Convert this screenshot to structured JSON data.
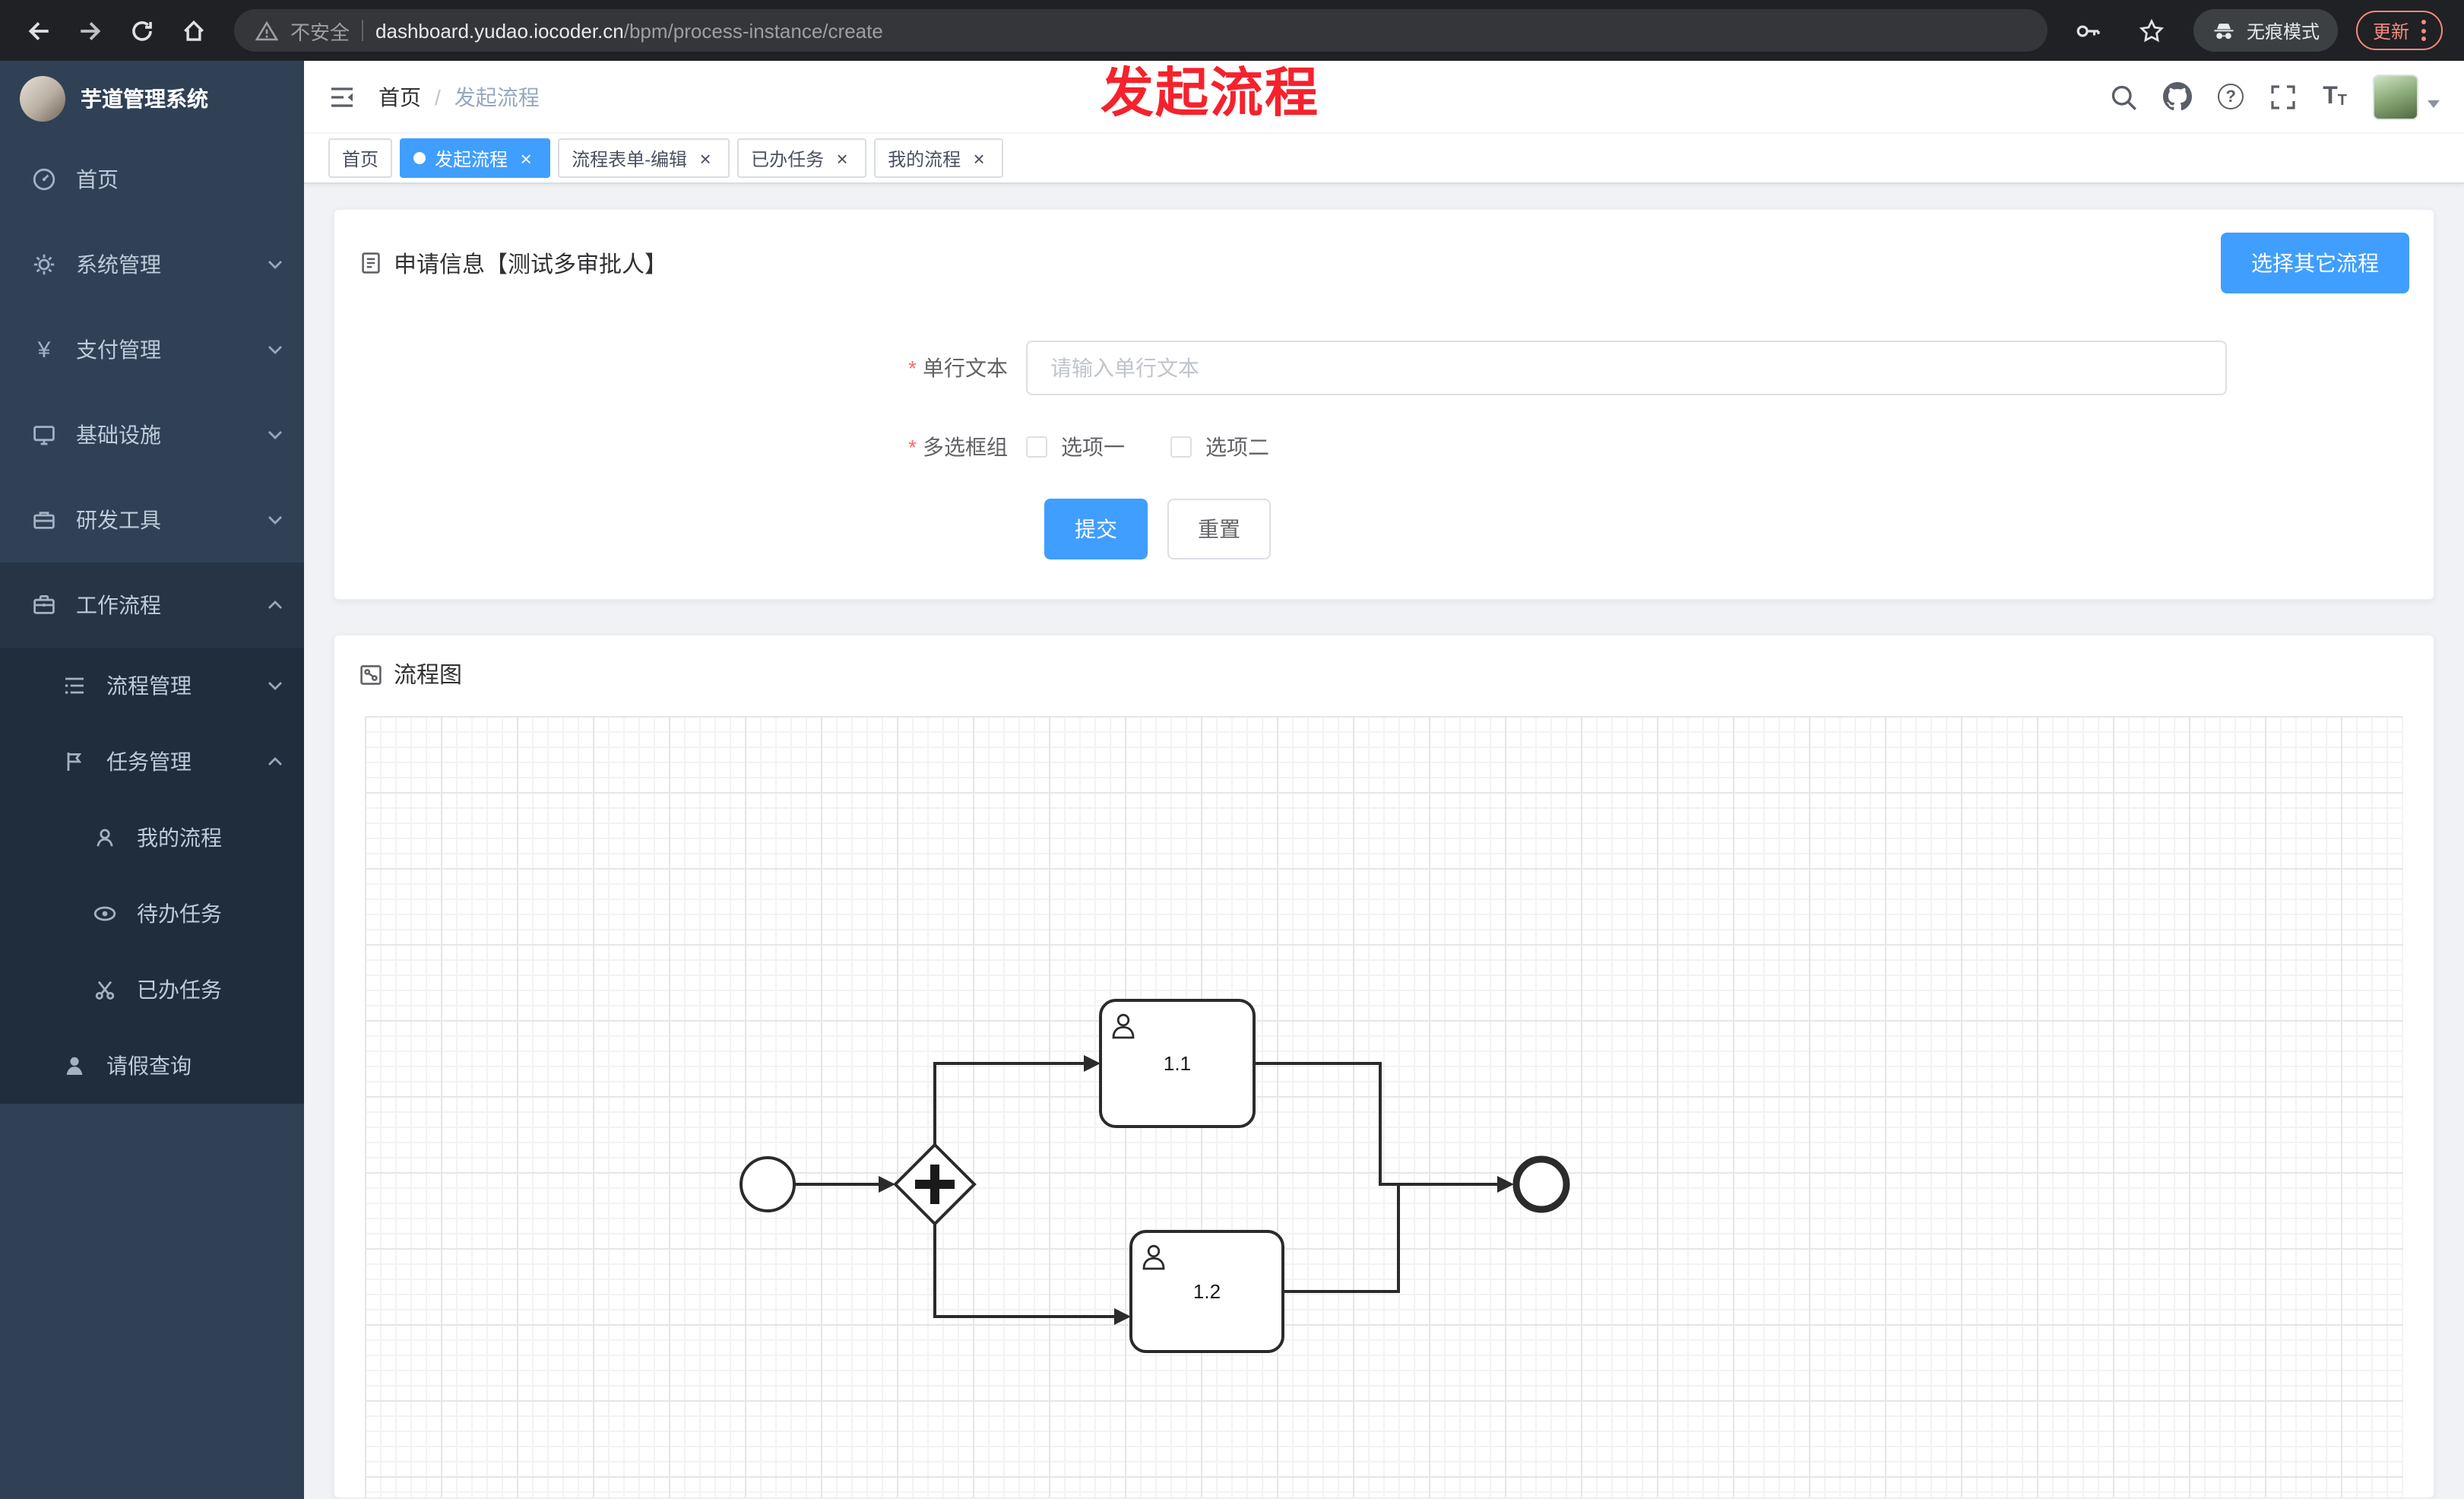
{
  "browser": {
    "security_label": "不安全",
    "url_domain": "dashboard.yudao.iocoder.cn",
    "url_path": "/bpm/process-instance/create",
    "incognito_label": "无痕模式",
    "update_label": "更新"
  },
  "annotation": {
    "text": "发起流程"
  },
  "sidebar": {
    "logo_title": "芋道管理系统",
    "items": [
      {
        "label": "首页"
      },
      {
        "label": "系统管理"
      },
      {
        "label": "支付管理"
      },
      {
        "label": "基础设施"
      },
      {
        "label": "研发工具"
      },
      {
        "label": "工作流程"
      }
    ],
    "submenu_items": [
      {
        "label": "流程管理"
      },
      {
        "label": "任务管理"
      }
    ],
    "task_items": [
      {
        "label": "我的流程"
      },
      {
        "label": "待办任务"
      },
      {
        "label": "已办任务"
      }
    ],
    "leave_item": {
      "label": "请假查询"
    }
  },
  "header": {
    "breadcrumb_home": "首页",
    "breadcrumb_current": "发起流程"
  },
  "tabs": [
    {
      "label": "首页",
      "active": false,
      "closable": false
    },
    {
      "label": "发起流程",
      "active": true,
      "closable": true
    },
    {
      "label": "流程表单-编辑",
      "active": false,
      "closable": true
    },
    {
      "label": "已办任务",
      "active": false,
      "closable": true
    },
    {
      "label": "我的流程",
      "active": false,
      "closable": true
    }
  ],
  "form_card": {
    "title": "申请信息【测试多审批人】",
    "select_other_label": "选择其它流程",
    "field_text": {
      "label": "单行文本",
      "required": true,
      "placeholder": "请输入单行文本",
      "value": ""
    },
    "field_checkbox": {
      "label": "多选框组",
      "required": true,
      "options": [
        "选项一",
        "选项二"
      ],
      "checked": [
        false,
        false
      ]
    },
    "submit_label": "提交",
    "reset_label": "重置"
  },
  "diagram_card": {
    "title": "流程图",
    "diagram": {
      "type": "bpmn",
      "nodes": [
        {
          "id": "start",
          "type": "start-event",
          "label": ""
        },
        {
          "id": "gateway",
          "type": "parallel-gateway",
          "label": ""
        },
        {
          "id": "task-1-1",
          "type": "user-task",
          "label": "1.1"
        },
        {
          "id": "task-1-2",
          "type": "user-task",
          "label": "1.2"
        },
        {
          "id": "end",
          "type": "end-event",
          "label": ""
        }
      ],
      "flows": [
        "start→gateway",
        "gateway→task-1-1",
        "gateway→task-1-2",
        "task-1-1→end",
        "task-1-2→end"
      ]
    }
  },
  "ui": {
    "close_glyph": "×",
    "breadcrumb_separator": "/",
    "help_glyph": "?",
    "fontsize_large": "T",
    "fontsize_small": "T",
    "yen_glyph": "¥",
    "required_star": "*",
    "colors": {
      "primary": "#409eff",
      "sidebar_bg": "#304156",
      "submenu_bg": "#1f2d3d",
      "annotation_red": "#f5222d",
      "required_red": "#f56c6c"
    }
  }
}
